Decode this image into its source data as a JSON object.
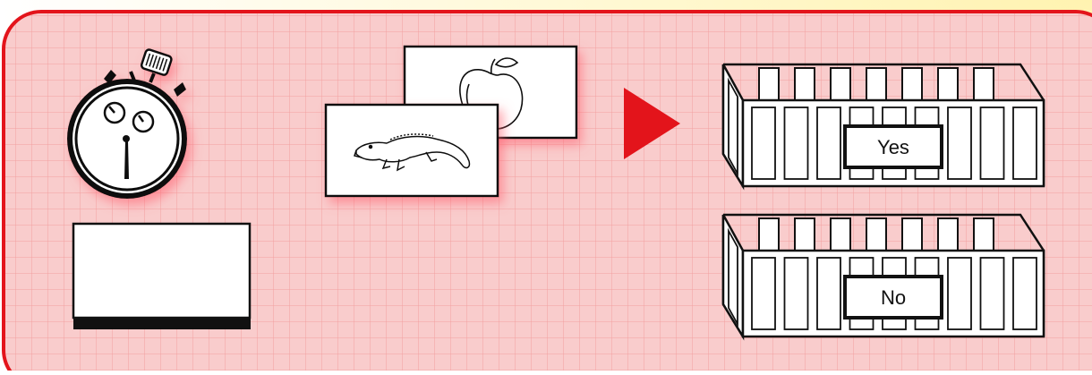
{
  "colors": {
    "panel_fill": "#f9cccc",
    "grid_line": "#f3a0a0",
    "border": "#e3141b",
    "corner_glow": "#fff3b0",
    "arrow": "#e3141b",
    "ink": "#111111"
  },
  "icons": {
    "timer": "stopwatch-icon",
    "cards": "picture-cards",
    "arrow": "play-arrow-icon",
    "deck": "card-deck"
  },
  "cards": [
    {
      "picture": "apple"
    },
    {
      "picture": "alligator"
    }
  ],
  "bins": [
    {
      "label": "Yes"
    },
    {
      "label": "No"
    }
  ]
}
